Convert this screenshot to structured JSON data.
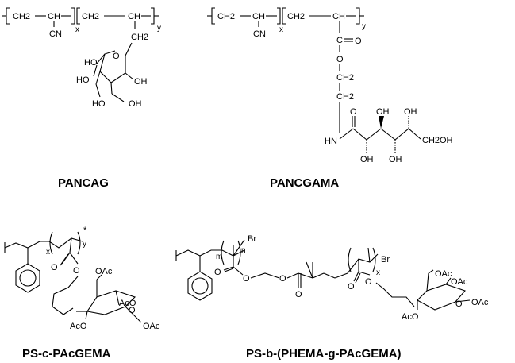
{
  "captions": {
    "pancag": "PANCAG",
    "pancgama": "PANCGAMA",
    "ps_c": "PS-c-PAcGEMA",
    "ps_b": "PS-b-(PHEMA-g-PAcGEMA)"
  },
  "pancag": {
    "ch2_a": "CH2",
    "ch_a": "CH",
    "cn": "CN",
    "x": "x",
    "ch2_b": "CH2",
    "ch_b": "CH",
    "y": "y",
    "ch2_side": "CH2",
    "o_ring": "O",
    "ho1": "HO",
    "ho2": "HO",
    "oh1": "OH",
    "oh2": "OH",
    "ho3": "HO"
  },
  "pancgama": {
    "ch2_a": "CH2",
    "ch_a": "CH",
    "cn": "CN",
    "x": "x",
    "ch2_b": "CH2",
    "ch_b": "CH",
    "y": "y",
    "c": "C",
    "o_dbl": "O",
    "o_ester": "O",
    "ch2_1": "CH2",
    "ch2_2": "CH2",
    "o_amide": "O",
    "hn": "HN",
    "oh1": "OH",
    "oh2": "OH",
    "oh3": "OH",
    "oh4": "OH",
    "ch2oh": "CH2OH"
  },
  "ps_c": {
    "x": "x",
    "y": "y",
    "star": "*",
    "o_dbl": "O",
    "o_ester": "O",
    "oac1": "OAc",
    "oac2": "AcO",
    "oac3": "AcO",
    "oac4": "OAc",
    "o_ring": "O"
  },
  "ps_b": {
    "m": "m",
    "n": "n",
    "br1": "Br",
    "br2": "Br",
    "x": "x",
    "o1": "O",
    "o2": "O",
    "o3": "O",
    "o4": "O",
    "o5": "O",
    "o6": "O",
    "oac1": "OAc",
    "oac2": "OAc",
    "oac3": "AcO",
    "oac4": "OAc",
    "o_ring": "O"
  }
}
